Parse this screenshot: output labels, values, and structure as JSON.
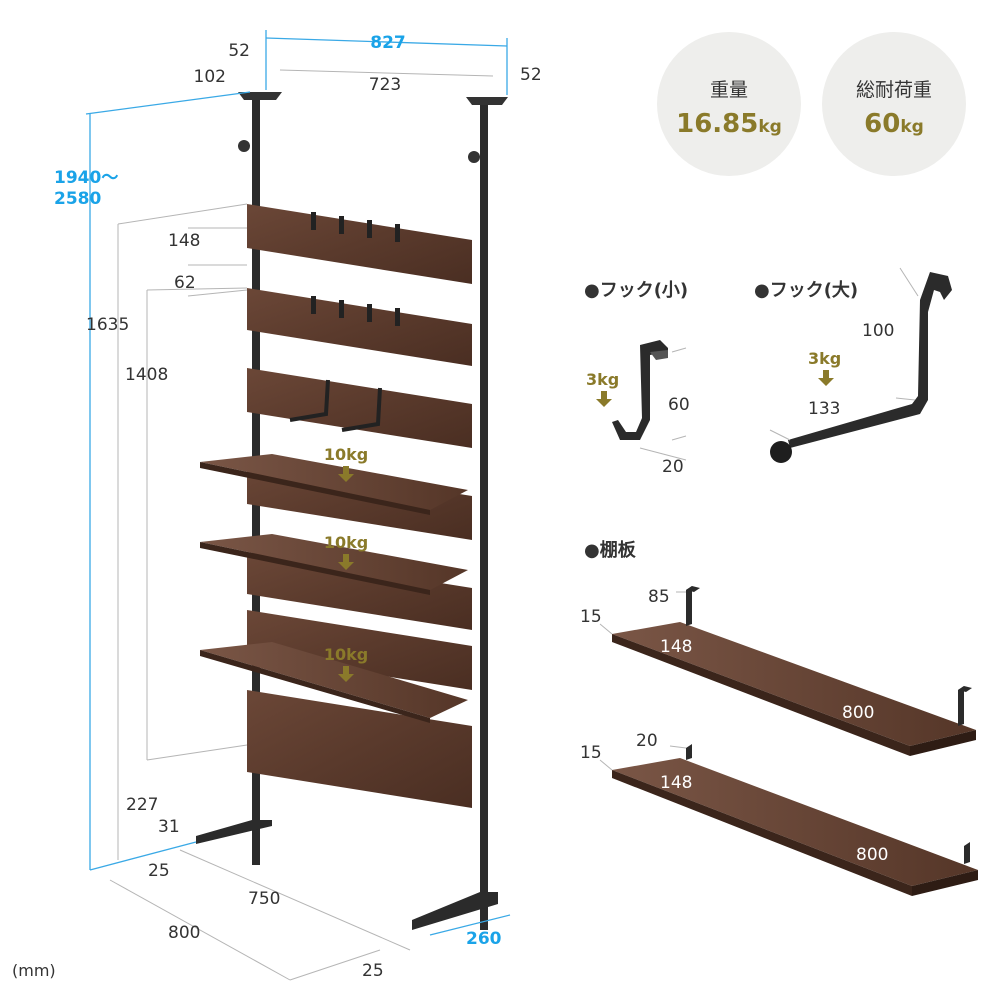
{
  "stats": {
    "weight": {
      "title": "重量",
      "value": "16.85",
      "unit": "kg"
    },
    "load": {
      "title": "総耐荷重",
      "value": "60",
      "unit": "kg"
    }
  },
  "rack_dims": {
    "top_width": "827",
    "inner_width": "723",
    "left_margin": "52",
    "right_margin": "52",
    "foot_depth_top": "102",
    "height_range": "1940～\n2580",
    "height_line1": "1940～",
    "height_line2": "2580",
    "h1635": "1635",
    "h1408": "1408",
    "panel_h": "148",
    "gap_h": "62",
    "bottom_h": "227",
    "foot_h": "31",
    "foot_w_left": "25",
    "base_depth": "750",
    "total_width": "800",
    "foot_w_right": "25",
    "depth": "260"
  },
  "shelf_loads": [
    "10kg",
    "10kg",
    "10kg"
  ],
  "hook_small": {
    "title": "●フック(小)",
    "load": "3kg",
    "height": "60",
    "depth": "20"
  },
  "hook_large": {
    "title": "●フック(大)",
    "load": "3kg",
    "height": "100",
    "length": "133"
  },
  "shelf_board": {
    "title": "●棚板",
    "upper": {
      "thickness": "15",
      "lip": "85",
      "depth": "148",
      "length": "800"
    },
    "lower": {
      "thickness": "15",
      "lip": "20",
      "depth": "148",
      "length": "800"
    }
  },
  "unit_label": "(mm)",
  "colors": {
    "wood": "#5a3a2c",
    "frame": "#2b2b2b",
    "load_text": "#8a7a2a",
    "height_blue": "#1aa3e8",
    "circle": "#eeeeec"
  }
}
